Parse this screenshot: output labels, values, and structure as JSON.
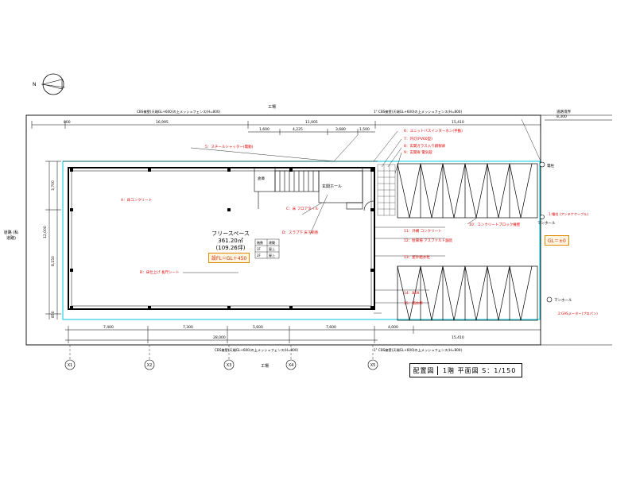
{
  "title_block": {
    "label": "配置図",
    "text": "1階 平面図 S：1/150"
  },
  "floor": {
    "name": "フリースペース",
    "area": "361.20㎡",
    "tsubo": "(109.26坪)",
    "fl_label": "設FL＝GL＋450"
  },
  "gl_label": "GL＝±0",
  "road": {
    "left": "道路\n(私道路)",
    "right_top": "道路境界"
  },
  "north_symbol": "N",
  "top_label": "工場",
  "bottom_label": "工場",
  "fence_top_left": "CBS擁壁(天端GL+600)の上メッシュフェンス(H=800)",
  "fence_top_right": "1\" CBS擁壁(天端GL+600)の上メッシュフェンス(H=800)",
  "fence_bottom_left": "CBS擁壁(天端GL+600)の上メッシュフェンス(H=800)",
  "fence_bottom_right": "1\" CBS擁壁(天端GL+600)の上メッシュフェンス(H=800)",
  "dims_top_outer": [
    "800",
    "16,995",
    "11,005",
    "15,410"
  ],
  "dims_top_inner": [
    "1,600",
    "4,225",
    "3,680",
    "1,500"
  ],
  "dims_top_right": "8,300",
  "dims_bottom": [
    "7,400",
    "7,300",
    "5,600",
    "7,600",
    "4,000"
  ],
  "dims_bottom_total": "28,000",
  "dims_bottom_right": "15,410",
  "dims_left": [
    "3,700",
    "12,000",
    "8,150",
    "850"
  ],
  "grid_labels": [
    "X1",
    "X2",
    "X3",
    "X4",
    "X5"
  ],
  "legend_table": [
    [
      "階数",
      "建築"
    ],
    [
      "1F",
      "屋上"
    ],
    [
      "2F",
      "屋上"
    ]
  ],
  "room_labels": {
    "hall": "玄関ホール",
    "stair_top": "倉庫"
  },
  "notes_red": [
    "5：スチールシャッター(電動)",
    "6：ユニットバスインターホン(手動)",
    "7：外灯(PV60型)",
    "8：玄関ガラス入り鋼製扉",
    "9：玄関扉 電気錠",
    "A：床コンクリート",
    "B：床仕上げ 長尺シート",
    "C：床 フロアタイル",
    "D：スラブ下 床下断熱",
    "10：コンクリートブロック擁壁",
    "11：外構 コンクリート",
    "12：駐車場 アスファルト舗装",
    "13：屋外給水栓",
    "14：BOX",
    "15：雨水桝"
  ],
  "right_labels": {
    "pole": "電柱",
    "manhole1": "マンホール",
    "manhole2": "マンホール",
    "boundary_note": "1:電柱 (アンテナケーブル)",
    "gas_note": "2:GASメーター(プロパン)"
  },
  "colors": {
    "line": "#000000",
    "red": "#e00000",
    "cyan": "#00c8d8",
    "orange": "#e08a00",
    "boundary": "#00c8d8"
  }
}
